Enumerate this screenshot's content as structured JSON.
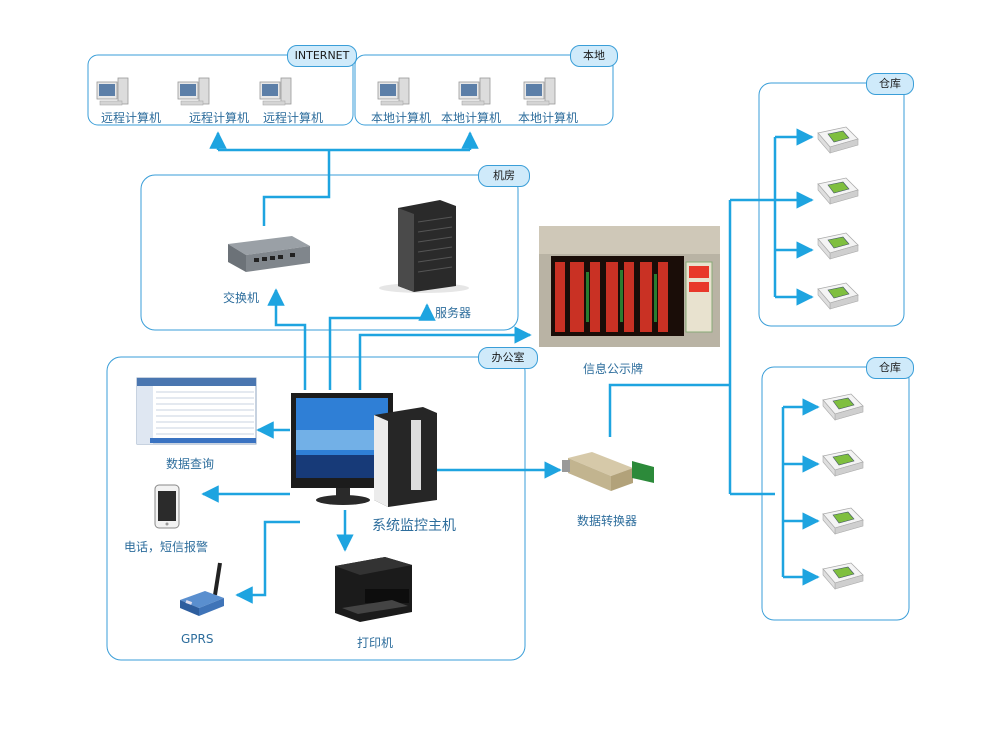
{
  "zones": {
    "internet": "INTERNET",
    "local": "本地",
    "machine_room": "机房",
    "office": "办公室",
    "warehouse_1": "仓库",
    "warehouse_2": "仓库"
  },
  "remote_computers": [
    "远程计算机",
    "远程计算机",
    "远程计算机"
  ],
  "local_computers": [
    "本地计算机",
    "本地计算机",
    "本地计算机"
  ],
  "devices": {
    "switch": "交换机",
    "server": "服务器",
    "info_board": "信息公示牌",
    "data_query": "数据查询",
    "phone_alarm": "电话，短信报警",
    "gprs": "GPRS",
    "host": "系统监控主机",
    "printer": "打印机",
    "converter": "数据转换器"
  },
  "colors": {
    "line": "#1ea4e0",
    "frame": "#3a9ed8",
    "tag_fill": "#cfeafa",
    "label": "#2d6d9c"
  },
  "icons": [
    "computer-icon",
    "switch-icon",
    "server-icon",
    "led-board-icon",
    "monitor-icon",
    "phone-icon",
    "gprs-modem-icon",
    "printer-icon",
    "converter-icon",
    "sensor-icon"
  ]
}
